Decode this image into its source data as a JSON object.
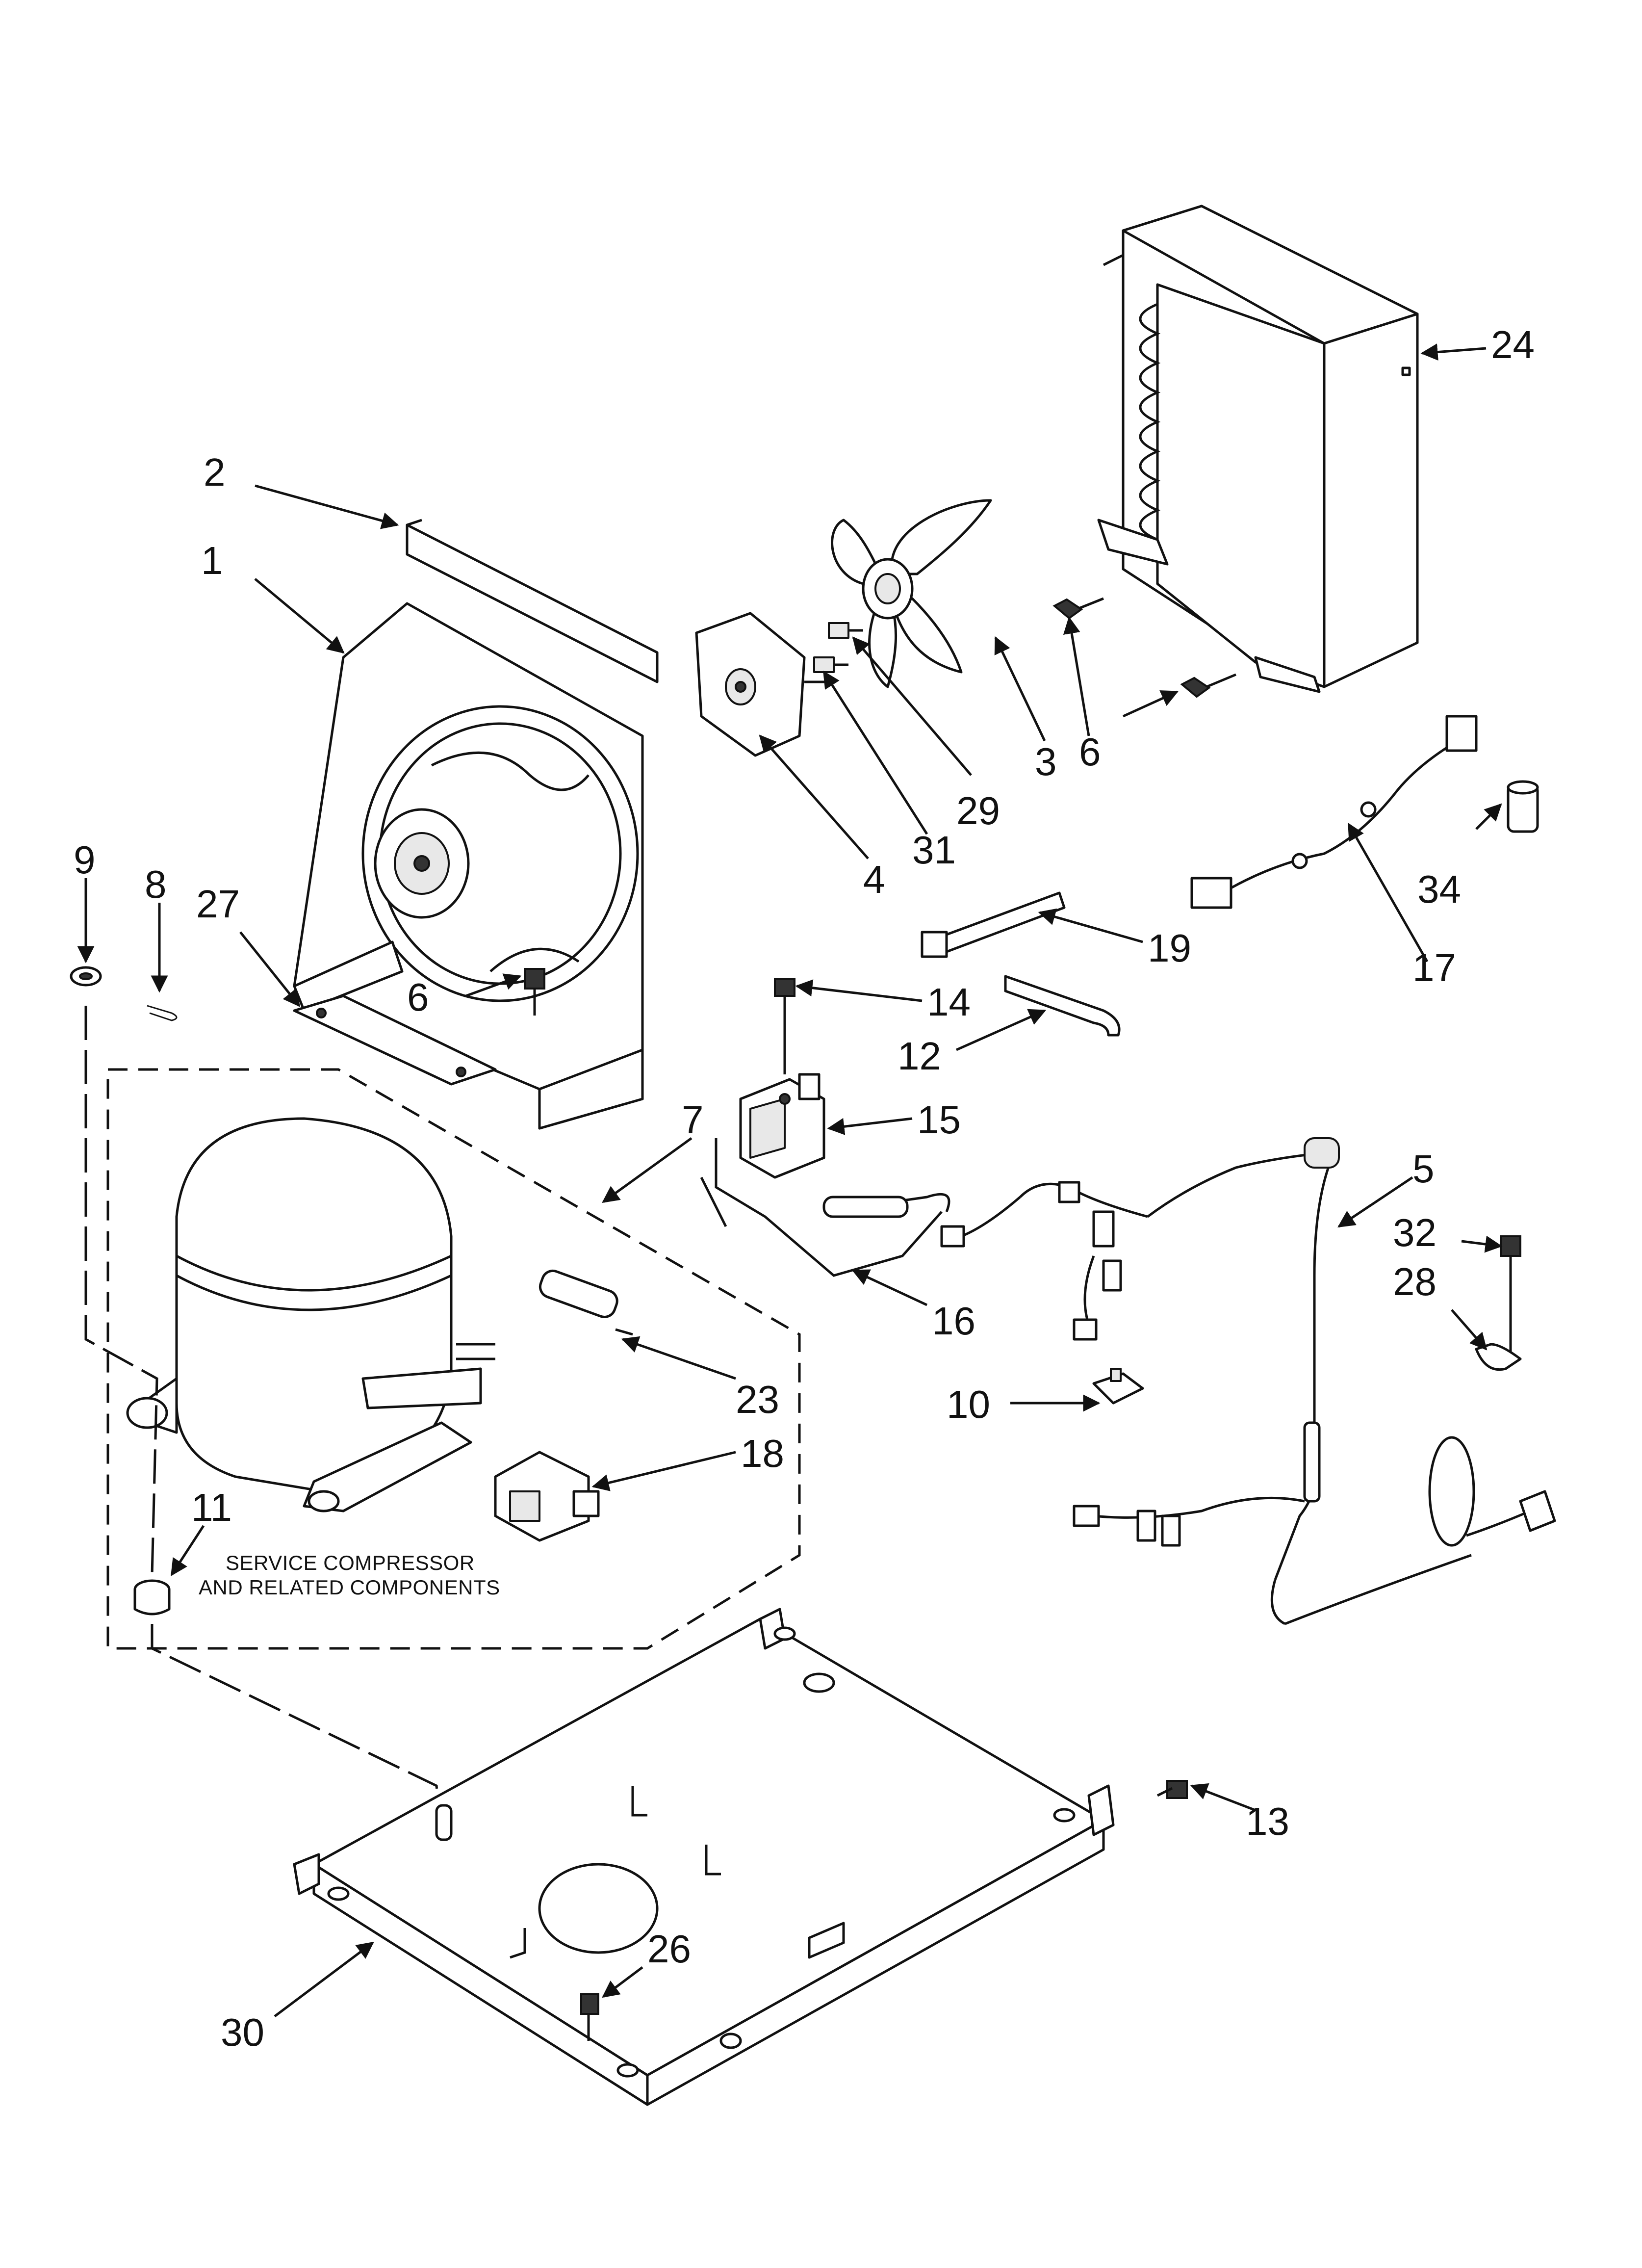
{
  "callouts": {
    "c1": "1",
    "c2": "2",
    "c3": "3",
    "c4": "4",
    "c5": "5",
    "c6a": "6",
    "c6b": "6",
    "c7": "7",
    "c8": "8",
    "c9": "9",
    "c10": "10",
    "c11": "11",
    "c12": "12",
    "c13": "13",
    "c14": "14",
    "c15": "15",
    "c16": "16",
    "c17": "17",
    "c18": "18",
    "c19": "19",
    "c23": "23",
    "c24": "24",
    "c26": "26",
    "c27": "27",
    "c28": "28",
    "c29": "29",
    "c30": "30",
    "c31": "31",
    "c32": "32",
    "c34": "34"
  },
  "service_note": {
    "line1": "SERVICE COMPRESSOR",
    "line2": "AND RELATED COMPONENTS"
  }
}
